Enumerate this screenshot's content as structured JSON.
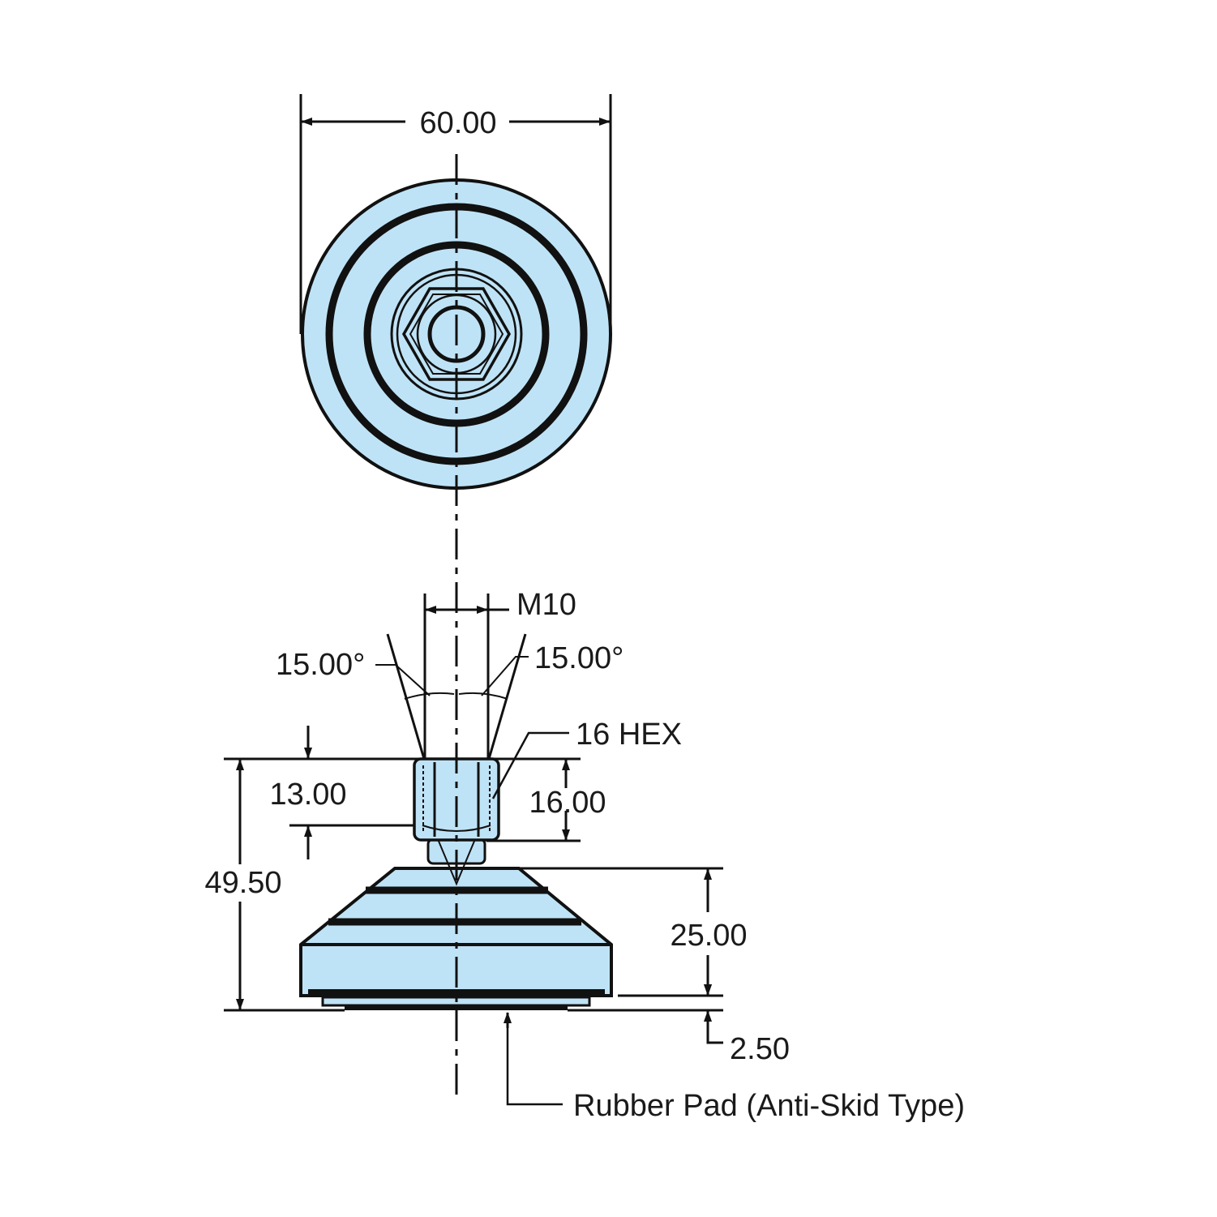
{
  "colors": {
    "part_fill": "#bfe3f6",
    "line": "#111111",
    "background": "#ffffff"
  },
  "dimensions": {
    "diameter": "60.00",
    "thread": "M10",
    "angle_left": "15.00°",
    "angle_right": "15.00°",
    "hex": "16 HEX",
    "height_13": "13.00",
    "height_16": "16.00",
    "overall_height": "49.50",
    "base_height": "25.00",
    "pad_thickness": "2.50"
  },
  "callouts": {
    "pad": "Rubber Pad (Anti-Skid Type)"
  }
}
